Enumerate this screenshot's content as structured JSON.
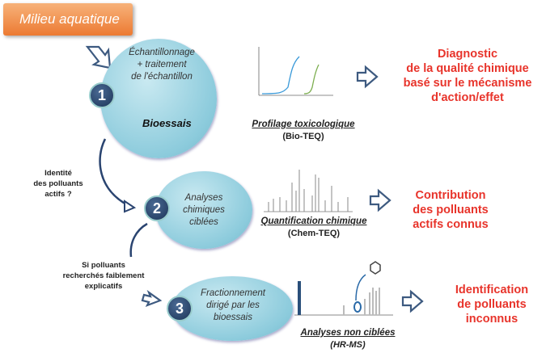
{
  "header": {
    "title": "Milieu aquatique"
  },
  "steps": [
    {
      "number": "1",
      "lines": [
        "Échantillonnage",
        "+ traitement",
        "de l'échantillon"
      ],
      "sublabel": "Bioessais",
      "caption": "Profilage toxicologique",
      "caption_sub": "(Bio-TEQ)",
      "result": [
        "Diagnostic",
        "de la qualité chimique",
        "basé sur le mécanisme",
        "d'action/effet"
      ]
    },
    {
      "number": "2",
      "lines": [
        "Analyses",
        "chimiques",
        "ciblées"
      ],
      "caption": "Quantification chimique",
      "caption_sub": "(Chem-TEQ)",
      "result": [
        "Contribution",
        "des polluants",
        "actifs connus"
      ]
    },
    {
      "number": "3",
      "lines": [
        "Fractionnement",
        "dirigé par les",
        "bioessais"
      ],
      "caption": "Analyses non ciblées",
      "caption_sub": "(HR-MS)",
      "result": [
        "Identification",
        "de polluants",
        "inconnus"
      ]
    }
  ],
  "side_labels": {
    "q1": [
      "Identité",
      "des polluants",
      "actifs ?"
    ],
    "q2": [
      "Si polluants",
      "recherchés faiblement",
      "explicatifs"
    ]
  },
  "colors": {
    "accent_red": "#e8342b",
    "badge": "#1c3457",
    "ellipse": "#8ccbdc",
    "orange": "#ec7a32"
  }
}
